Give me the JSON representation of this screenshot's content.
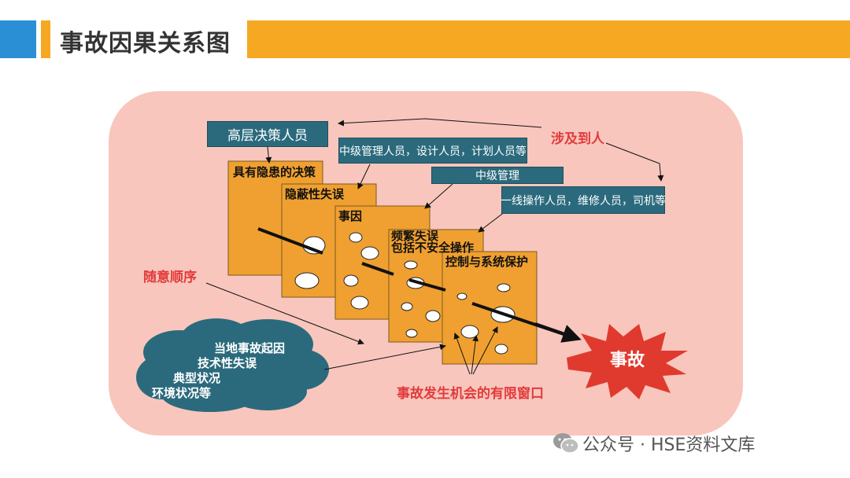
{
  "page": {
    "title": "事故因果关系图"
  },
  "diagram": {
    "top_box": "高层决策人员",
    "mid_box": "中级管理人员，设计人员，计划人员等",
    "mid2_box": "中级管理",
    "front_box": "一线操作人员，维修人员，司机等",
    "involved_label": "涉及到人",
    "sequence_label": "随意顺序",
    "window_label": "事故发生机会的有限窗口",
    "accident_label": "事故",
    "layers": [
      "具有隐患的决策",
      "隐蔽性失误",
      "事因",
      "频繁失误\n包括不安全操作",
      "控制与系统保护"
    ],
    "cloud_lines": [
      "当地事故起因",
      "技术性失误",
      "典型状况",
      "环境状况等"
    ]
  },
  "watermark": {
    "text": "公众号 · HSE资料文库",
    "icon": "wechat-icon"
  },
  "colors": {
    "title_blue": "#2a8fd4",
    "title_orange": "#f7a823",
    "panel": "#f8c6bd",
    "card": "#f0a030",
    "box": "#2b6a7c",
    "label_red": "#e23b3b",
    "burst": "#e03a2e",
    "cloud": "#2b6a7c"
  }
}
